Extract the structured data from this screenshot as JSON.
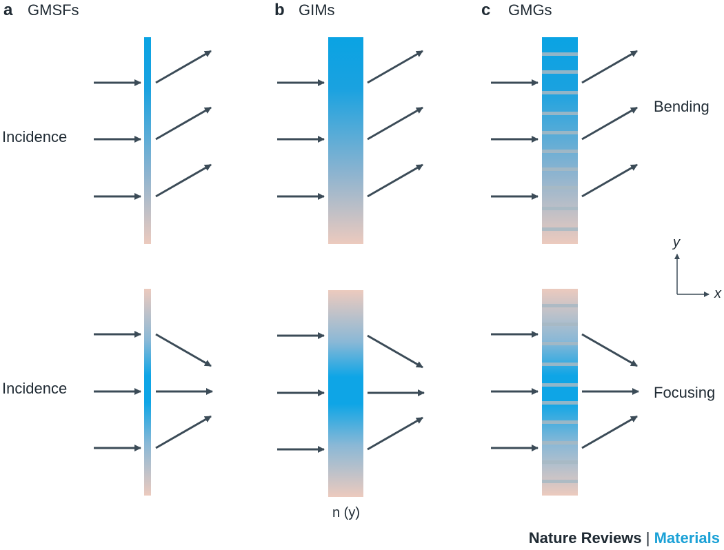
{
  "panels": [
    {
      "letter": "a",
      "title": "GMSFs"
    },
    {
      "letter": "b",
      "title": "GIMs"
    },
    {
      "letter": "c",
      "title": "GMGs"
    }
  ],
  "labels": {
    "incidence_top": "Incidence",
    "incidence_bottom": "Incidence",
    "bending": "Bending",
    "focusing": "Focusing",
    "index": "n (y)"
  },
  "axes": {
    "x": "x",
    "y": "y"
  },
  "credit": {
    "journal": "Nature Reviews",
    "separator": " | ",
    "subject": "Materials"
  },
  "colors": {
    "arrow": "#3b4b57",
    "gradient_high": "#0aa3e3",
    "gradient_low": "#e8c7bd",
    "grating_bar": "#9fb4c2",
    "text": "#1f2a33",
    "accent": "#1ba1d6"
  }
}
